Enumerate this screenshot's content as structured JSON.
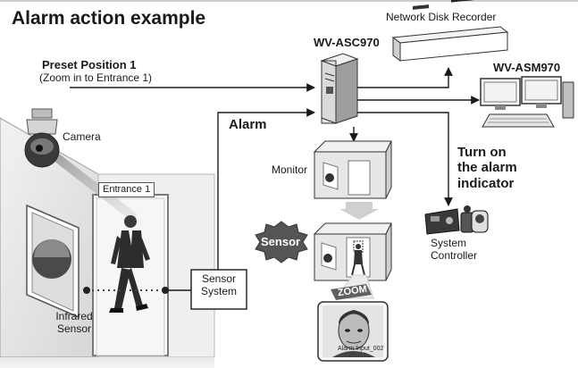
{
  "title": "Alarm action example",
  "labels": {
    "preset_position": "Preset Position 1",
    "preset_desc": "(Zoom in to Entrance 1)",
    "server": "WV-ASC970",
    "recorder": "Network Disk Recorder",
    "pc": "WV-ASM970",
    "alarm": "Alarm",
    "camera": "Camera",
    "monitor": "Monitor",
    "entrance": "Entrance 1",
    "sensor_burst": "Sensor",
    "zoom": "ZOOM",
    "sensor_system": [
      "Sensor",
      "System"
    ],
    "infrared_sensor": [
      "Infrared",
      "Sensor"
    ],
    "alarm_indicator": [
      "Turn on",
      "the alarm",
      "indicator"
    ],
    "system_controller": [
      "System",
      "Controller"
    ],
    "zoom_caption": "Alarm Input_002"
  },
  "colors": {
    "line": "#1a1a1a",
    "panel": "#e9e9e9",
    "wall": "#dcdcdc",
    "door_frame": "#cfcfcf",
    "burst": "#555555",
    "zoom_badge": "#606060"
  }
}
